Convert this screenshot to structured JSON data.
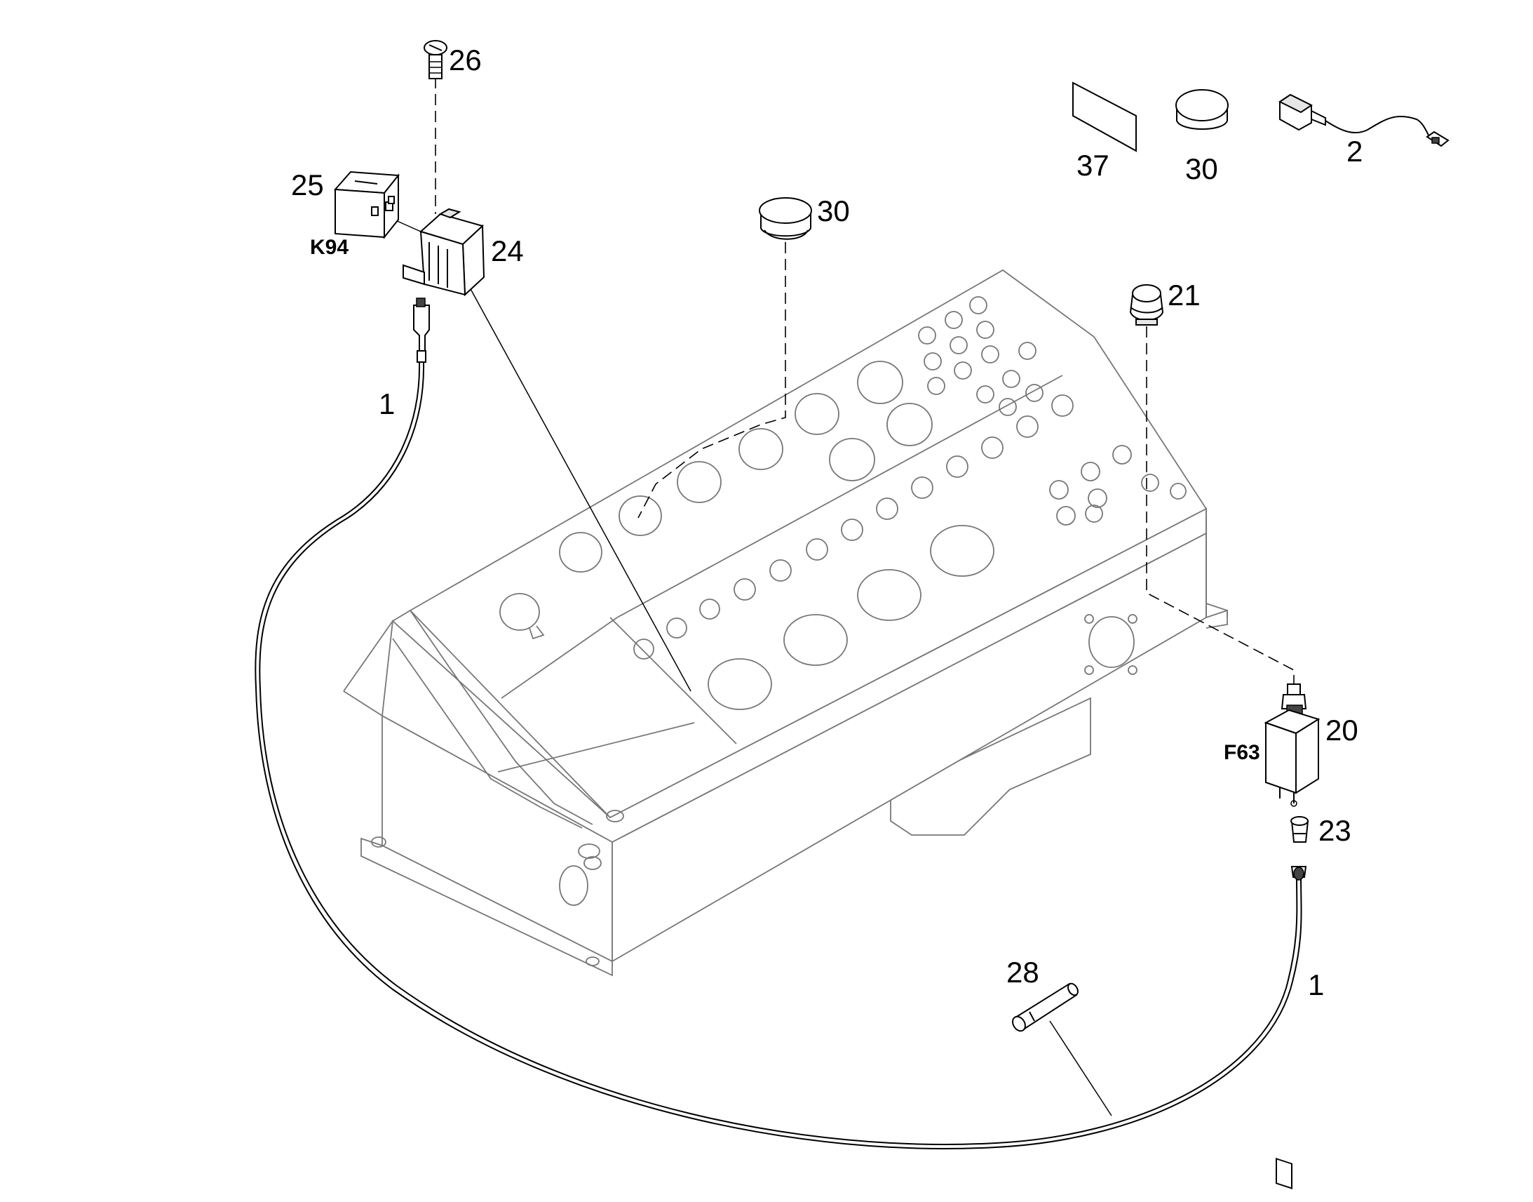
{
  "callouts": {
    "c26": "26",
    "c25": "25",
    "c24": "24",
    "c30a": "30",
    "c21": "21",
    "c1a": "1",
    "c37": "37",
    "c30b": "30",
    "c2": "2",
    "c20": "20",
    "c23": "23",
    "c28": "28",
    "c1b": "1"
  },
  "refs": {
    "relay": "K94",
    "breaker": "F63"
  }
}
